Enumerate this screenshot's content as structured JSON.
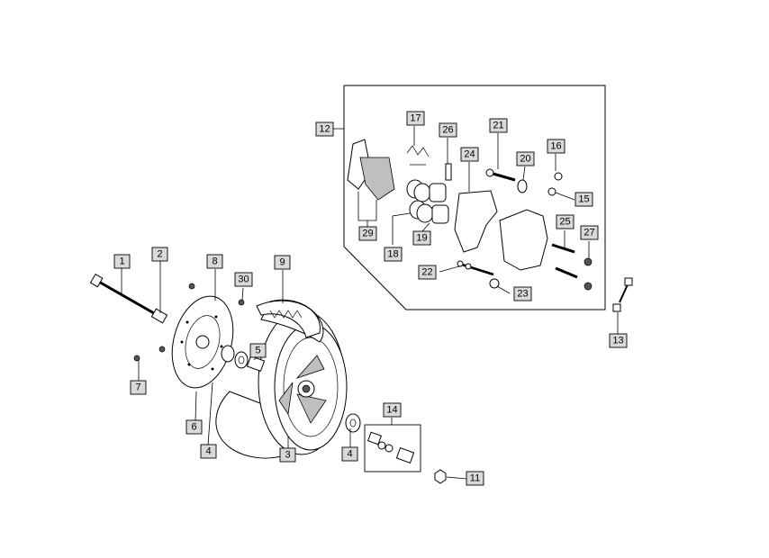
{
  "diagram": {
    "callouts": [
      "1",
      "2",
      "3",
      "4",
      "4",
      "5",
      "6",
      "7",
      "8",
      "9",
      "30",
      "11",
      "12",
      "13",
      "14",
      "15",
      "16",
      "17",
      "18",
      "19",
      "20",
      "21",
      "22",
      "23",
      "24",
      "25",
      "26",
      "27",
      "29"
    ]
  }
}
